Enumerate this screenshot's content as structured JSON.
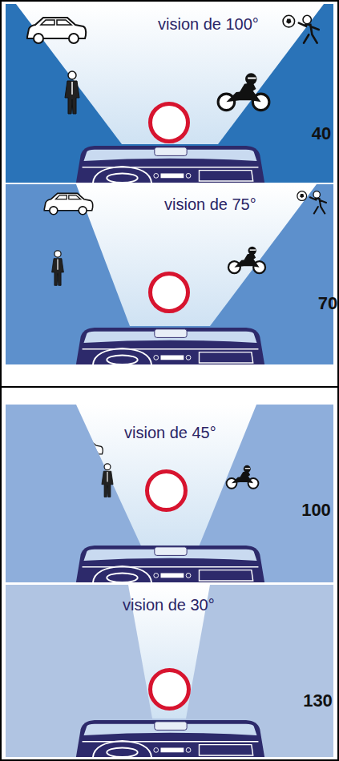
{
  "diagram": {
    "nodes": [
      {
        "text": [
          "vision de 100°"
        ]
      },
      {
        "text": [
          "40"
        ],
        "in": 0
      },
      {
        "text": [
          "vision de 75°"
        ]
      },
      {
        "text": [
          "70"
        ],
        "in": 2
      },
      {
        "text": [
          "vision de 45°"
        ]
      },
      {
        "text": [
          "100"
        ],
        "in": 4
      },
      {
        "text": [
          "vision de 30°"
        ]
      },
      {
        "text": [
          "130"
        ],
        "in": 6
      }
    ]
  }
}
